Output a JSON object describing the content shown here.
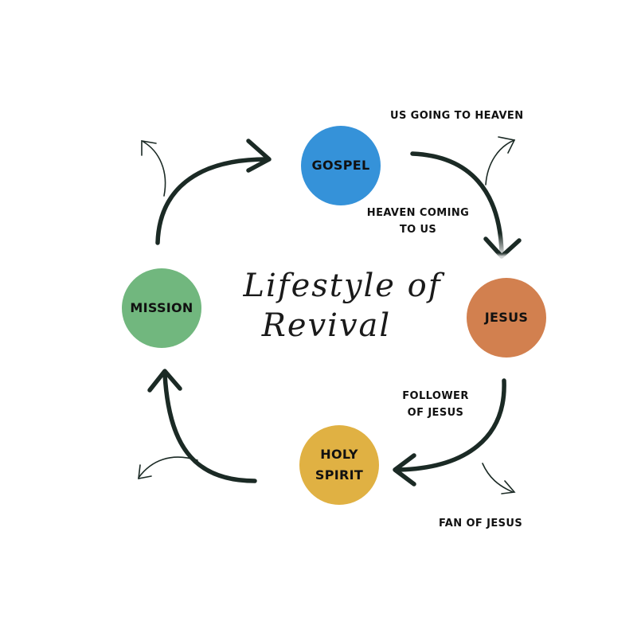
{
  "title": {
    "line1": "Lifestyle of",
    "line2": "Revival"
  },
  "nodes": {
    "gospel": {
      "label": "GOSPEL",
      "color": "#3592D9"
    },
    "jesus": {
      "label": "JESUS",
      "color": "#D2804F"
    },
    "holy_spirit": {
      "line1": "HOLY",
      "line2": "SPIRIT",
      "color": "#E0B143"
    },
    "mission": {
      "label": "MISSION",
      "color": "#71B77E"
    }
  },
  "labels": {
    "us_going_to_heaven": "US GOING TO HEAVEN",
    "heaven_coming_line1": "HEAVEN COMING",
    "heaven_coming_line2": "TO US",
    "follower_line1": "FOLLOWER",
    "follower_line2": "OF JESUS",
    "fan_of_jesus": "FAN OF JESUS"
  },
  "arrow_color": "#1B2A25"
}
